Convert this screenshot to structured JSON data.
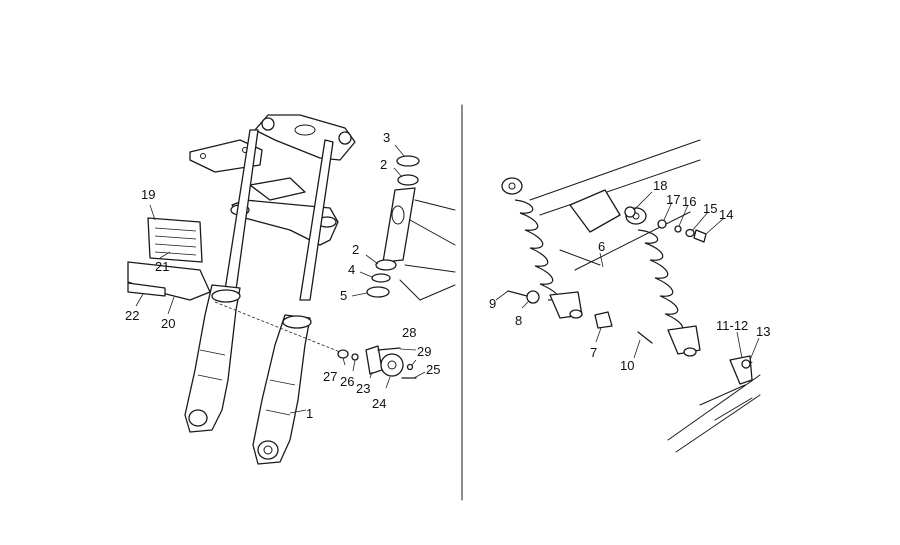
{
  "callouts": {
    "c1": "1",
    "c2a": "2",
    "c2b": "2",
    "c3": "3",
    "c4": "4",
    "c5": "5",
    "c6": "6",
    "c7": "7",
    "c8": "8",
    "c9": "9",
    "c10": "10",
    "c11_12": "11-12",
    "c13": "13",
    "c14": "14",
    "c15": "15",
    "c16": "16",
    "c17": "17",
    "c18": "18",
    "c19": "19",
    "c20": "20",
    "c21": "21",
    "c22": "22",
    "c23": "23",
    "c24": "24",
    "c25": "25",
    "c26": "26",
    "c27": "27",
    "c28": "28",
    "c29": "29"
  }
}
